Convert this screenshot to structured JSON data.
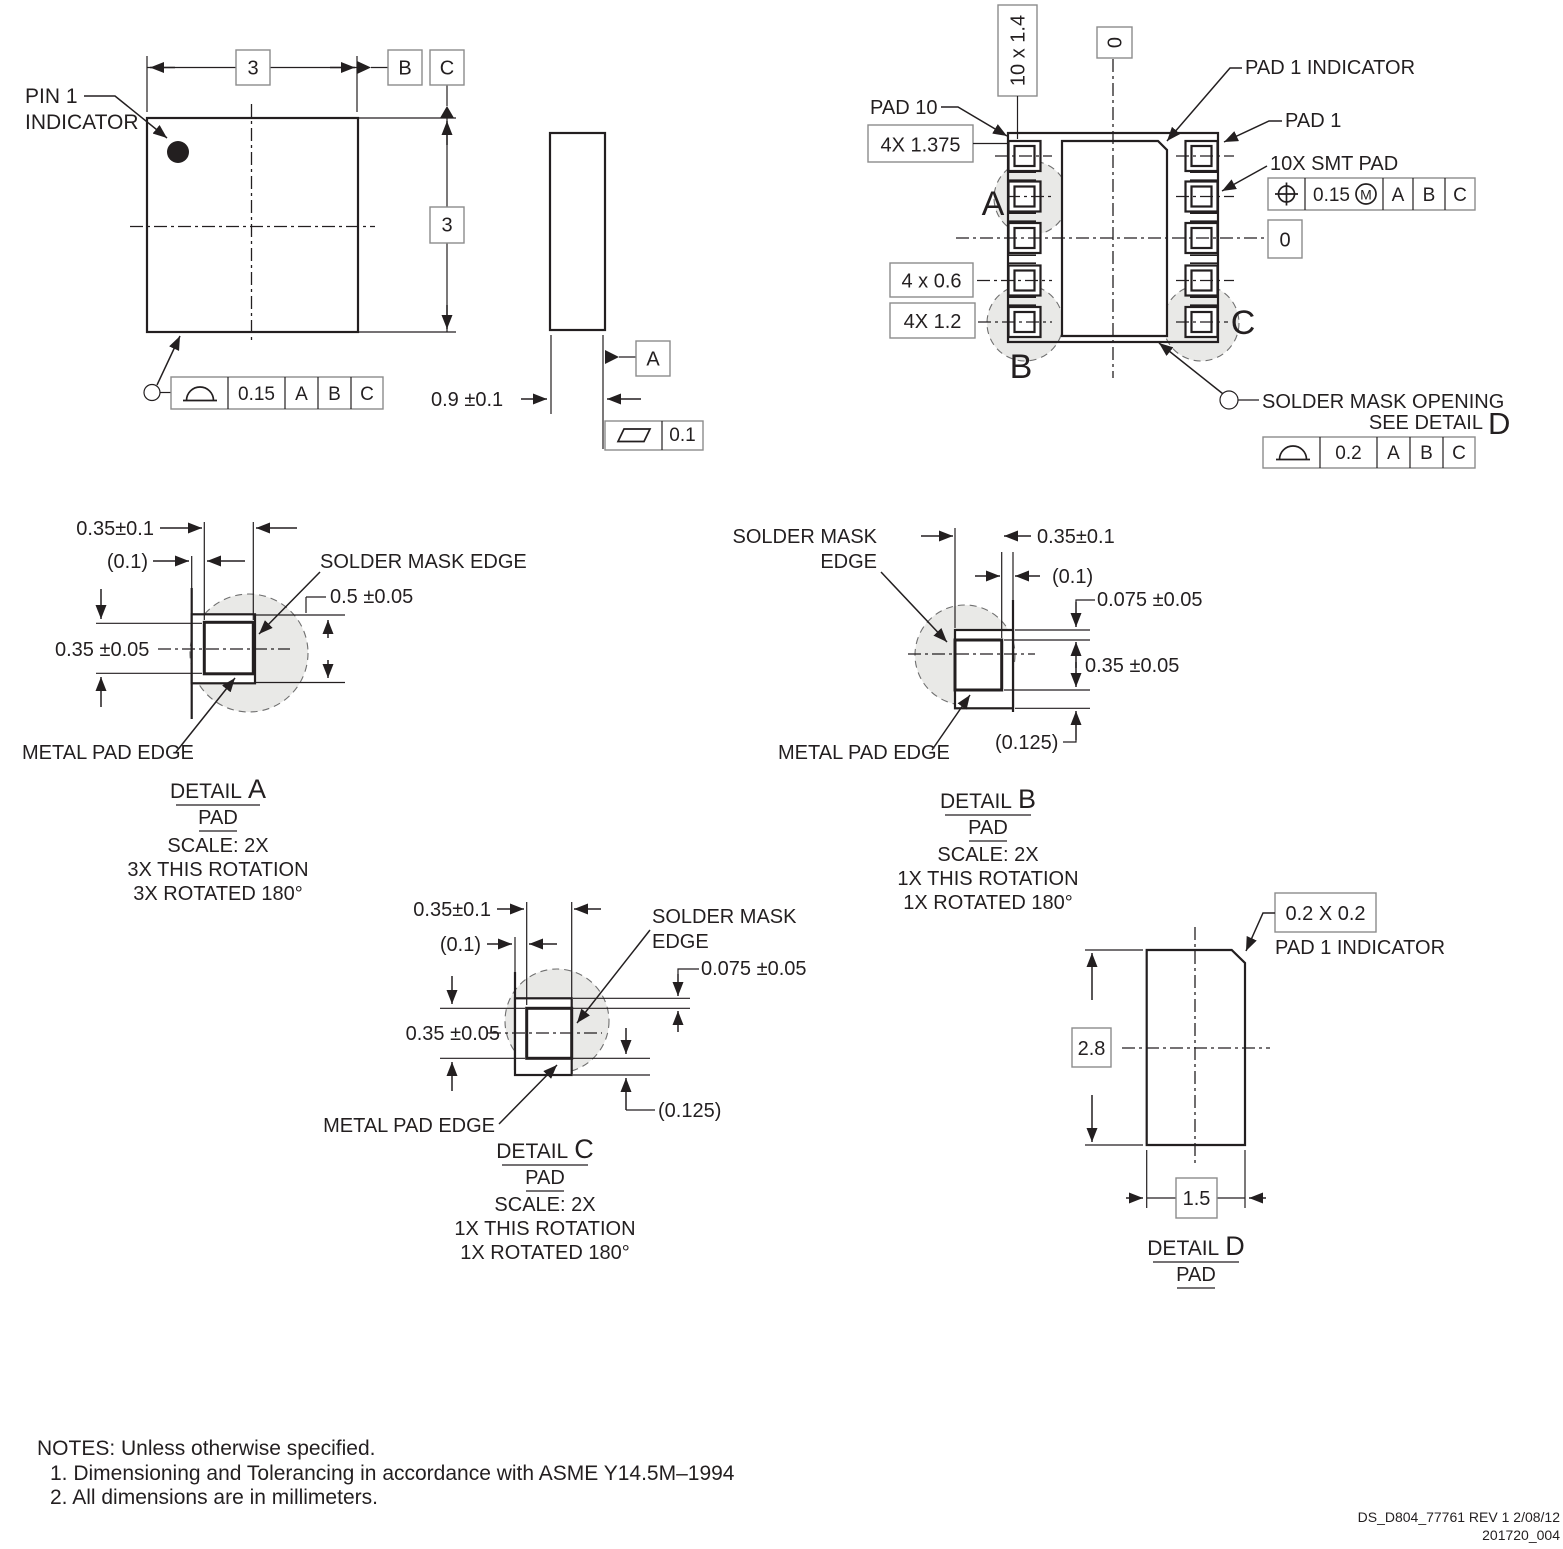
{
  "top_view": {
    "pin1_line1": "PIN 1",
    "pin1_line2": "INDICATOR",
    "dim_width": "3",
    "dim_height": "3",
    "datum_b": "B",
    "datum_c": "C",
    "profile_fcf": {
      "value": "0.15",
      "d1": "A",
      "d2": "B",
      "d3": "C"
    }
  },
  "side_view": {
    "dim_thickness": "0.9 ±0.1",
    "datum_a": "A",
    "flatness_value": "0.1"
  },
  "land_pattern": {
    "dim_pads": "10 x 1.4",
    "origin_top": "0",
    "origin_right": "0",
    "pad1_indicator": "PAD 1 INDICATOR",
    "pad10": "PAD 10",
    "pad1": "PAD 1",
    "dim_row1": "4X  1.375",
    "dim_row4": "4 x 0.6",
    "dim_row5": "4X  1.2",
    "smt_pad": "10X  SMT PAD",
    "position_fcf": {
      "value": "0.15",
      "modifier": "M",
      "d1": "A",
      "d2": "B",
      "d3": "C"
    },
    "marker_a": "A",
    "marker_b": "B",
    "marker_c": "C",
    "smo_line1": "SOLDER MASK OPENING",
    "smo_line2": "SEE DETAIL",
    "smo_detail": "D",
    "profile_fcf": {
      "value": "0.2",
      "d1": "A",
      "d2": "B",
      "d3": "C"
    }
  },
  "detail_a": {
    "dim1": "0.35±0.1",
    "dim2": "(0.1)",
    "dim3": "0.5 ±0.05",
    "dim4": "0.35 ±0.05",
    "solder_mask_edge": "SOLDER MASK EDGE",
    "metal_pad_edge": "METAL PAD EDGE",
    "title_word": "DETAIL",
    "title_letter": "A",
    "subtitle": "PAD",
    "scale": "SCALE: 2X",
    "note1": "3X  THIS ROTATION",
    "note2": "3X  ROTATED 180°"
  },
  "detail_b": {
    "dim1": "0.35±0.1",
    "dim2": "(0.1)",
    "dim3": "0.075 ±0.05",
    "dim4": "0.35 ±0.05",
    "dim5": "(0.125)",
    "sme_line1": "SOLDER MASK",
    "sme_line2": "EDGE",
    "metal_pad_edge": "METAL PAD EDGE",
    "title_word": "DETAIL",
    "title_letter": "B",
    "subtitle": "PAD",
    "scale": "SCALE: 2X",
    "note1": "1X  THIS ROTATION",
    "note2": "1X  ROTATED 180°"
  },
  "detail_c": {
    "dim1": "0.35±0.1",
    "dim2": "(0.1)",
    "dim3": "0.075 ±0.05",
    "dim4": "0.35 ±0.05",
    "dim5": "(0.125)",
    "sme_line1": "SOLDER MASK",
    "sme_line2": "EDGE",
    "metal_pad_edge": "METAL PAD EDGE",
    "title_word": "DETAIL",
    "title_letter": "C",
    "subtitle": "PAD",
    "scale": "SCALE: 2X",
    "note1": "1X  THIS ROTATION",
    "note2": "1X  ROTATED 180°"
  },
  "detail_d": {
    "dim_chamfer": "0.2 X 0.2",
    "pad1_indicator": "PAD 1 INDICATOR",
    "dim_height": "2.8",
    "dim_width": "1.5",
    "title_word": "DETAIL",
    "title_letter": "D",
    "subtitle": "PAD"
  },
  "notes": {
    "header": "NOTES: Unless otherwise specified.",
    "item1": "1.  Dimensioning and Tolerancing in accordance with ASME Y14.5M–1994",
    "item2": "2.  All dimensions are in millimeters."
  },
  "footer": {
    "line1": "DS_D804_77761  REV 1  2/08/12",
    "line2": "201720_004"
  }
}
